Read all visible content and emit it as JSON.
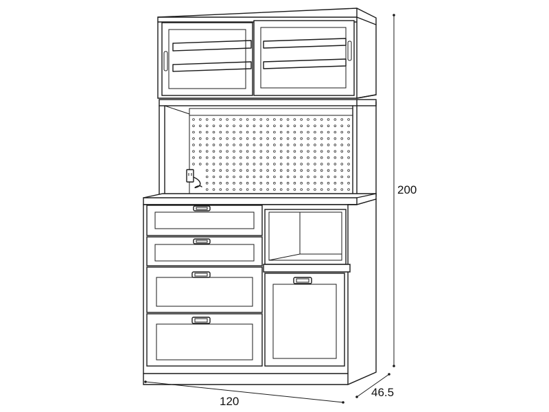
{
  "dimensions": {
    "width_label": "120",
    "depth_label": "46.5",
    "height_label": "200"
  },
  "colors": {
    "line": "#1a1a1a",
    "background": "#ffffff"
  },
  "peg_grid": {
    "columns": 24,
    "rows": 12
  }
}
